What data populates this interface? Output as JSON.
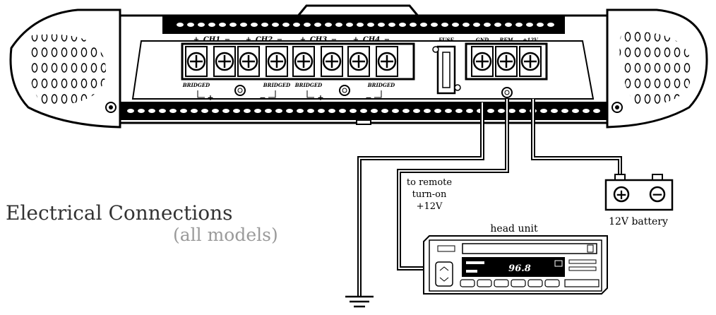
{
  "title": "Electrical Connections",
  "subtitle": "(all models)",
  "amplifier": {
    "channel_labels": [
      "CH1",
      "CH2",
      "CH3",
      "CH4"
    ],
    "channel_polarity": [
      "+",
      "−"
    ],
    "bridged_label": "BRIDGED",
    "bridged_polarity": [
      "+",
      "−",
      "+",
      "−"
    ],
    "fuse_label": "FUSE",
    "power_labels": [
      "GND",
      "REM",
      "+12V"
    ]
  },
  "remote_label": [
    "to remote",
    "turn-on",
    "+12V"
  ],
  "head_unit": {
    "label": "head unit",
    "display": "96.8"
  },
  "battery": {
    "label": "12V battery",
    "plus": "+",
    "minus": "−"
  },
  "colors": {
    "stroke": "#000000",
    "wire_inner": "#ffffff",
    "title": "#333333",
    "subtitle": "#9a9a9a"
  }
}
